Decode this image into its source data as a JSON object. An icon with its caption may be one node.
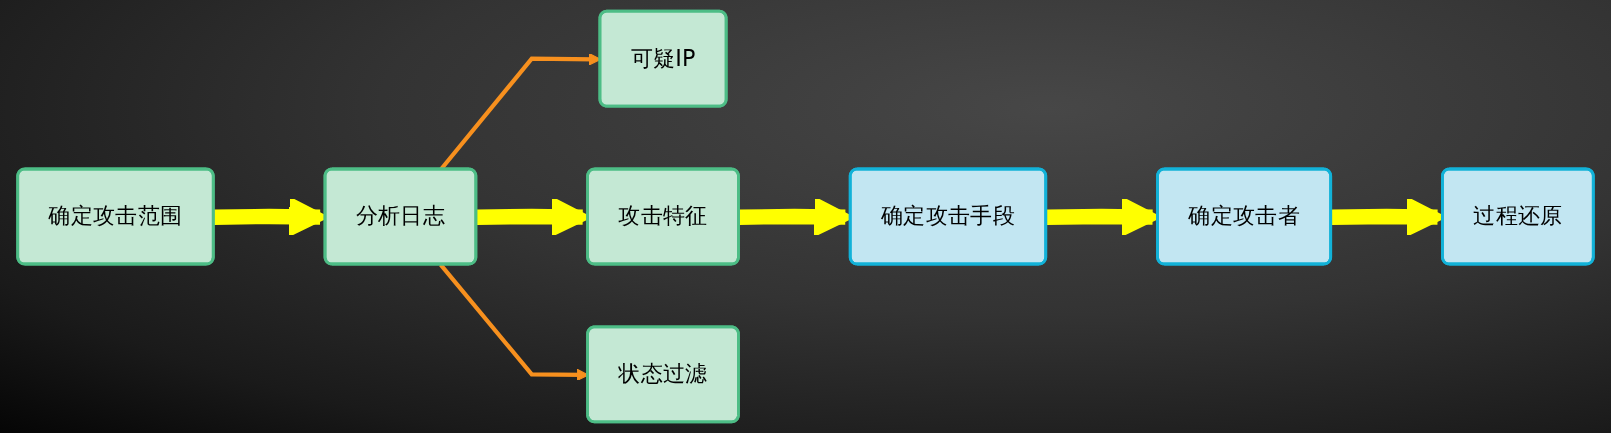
{
  "diagram": {
    "nodes": [
      {
        "text": [
          "确定攻击范围"
        ]
      },
      {
        "text": [
          "分析日志"
        ]
      },
      {
        "text": [
          "可疑IP"
        ]
      },
      {
        "text": [
          "攻击特征"
        ]
      },
      {
        "text": [
          "状态过滤"
        ]
      },
      {
        "text": [
          "确定攻击手段"
        ]
      },
      {
        "text": [
          "确定攻击者"
        ]
      },
      {
        "text": [
          "过程还原"
        ]
      }
    ],
    "edges": [
      {
        "from": 0,
        "to": 1,
        "arrow": "to"
      },
      {
        "from": 1,
        "to": 2,
        "arrow": "to",
        "color": "#f7901e"
      },
      {
        "from": 1,
        "to": 3,
        "arrow": "to"
      },
      {
        "from": 1,
        "to": 4,
        "arrow": "to",
        "color": "#f7901e"
      },
      {
        "from": 3,
        "to": 5,
        "arrow": "to"
      },
      {
        "from": 5,
        "to": 6,
        "arrow": "to"
      },
      {
        "from": 6,
        "to": 7,
        "arrow": "to"
      }
    ]
  }
}
